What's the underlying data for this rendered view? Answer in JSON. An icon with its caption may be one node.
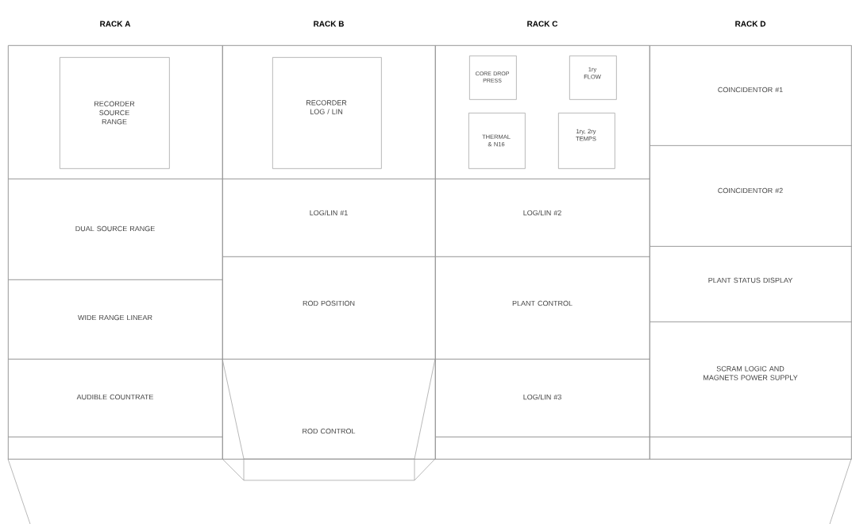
{
  "diagram": {
    "nodes": [
      {
        "text": [
          "RACK A"
        ]
      },
      {
        "text": [],
        "shape": "box",
        "in": 0
      },
      {
        "text": [
          "RECORDER SOURCE RANGE"
        ],
        "in": 1
      },
      {
        "text": [
          "DUAL SOURCE RANGE"
        ],
        "in": 0
      },
      {
        "text": [
          "WIDE RANGE LINEAR"
        ],
        "in": 0
      },
      {
        "text": [
          "AUDIBLE COUNTRATE"
        ],
        "in": 0
      },
      {
        "text": [],
        "shape": "box",
        "in": 0
      },
      {
        "text": [
          "RACK B"
        ]
      },
      {
        "text": [],
        "shape": "box",
        "in": 7
      },
      {
        "text": [
          "RECORDER LOG / LIN"
        ],
        "in": 8
      },
      {
        "text": [
          "LOG/LIN #1"
        ],
        "in": 7
      },
      {
        "text": [
          "ROD POSITION"
        ],
        "in": 7
      },
      {
        "text": [
          "ROD CONTROL"
        ],
        "in": 7
      },
      {
        "text": [
          "RACK C"
        ]
      },
      {
        "text": [],
        "shape": "box",
        "in": 13
      },
      {
        "text": [
          "CORE DROP PRESS"
        ],
        "in": 14
      },
      {
        "text": [
          "1ry FLOW"
        ],
        "in": 14
      },
      {
        "text": [
          "THERMAL & N16"
        ],
        "in": 14
      },
      {
        "text": [
          "1ry, 2ry TEMPS"
        ],
        "in": 14
      },
      {
        "text": [
          "LOG/LIN #2"
        ],
        "in": 13
      },
      {
        "text": [
          "PLANT CONTROL"
        ],
        "in": 13
      },
      {
        "text": [
          "LOG/LIN #3"
        ],
        "in": 13
      },
      {
        "text": [],
        "shape": "box",
        "in": 13
      },
      {
        "text": [
          "RACK D"
        ]
      },
      {
        "text": [
          "COINCIDENTOR #1"
        ],
        "in": 23
      },
      {
        "text": [
          "COINCIDENTOR #2"
        ],
        "in": 23
      },
      {
        "text": [
          "PLANT STATUS DISPLAY"
        ],
        "in": 23
      },
      {
        "text": [
          "SCRAM LOGIC AND MAGNETS POWER SUPPLY"
        ],
        "in": 23
      },
      {
        "text": [],
        "shape": "box",
        "in": 23
      }
    ]
  }
}
